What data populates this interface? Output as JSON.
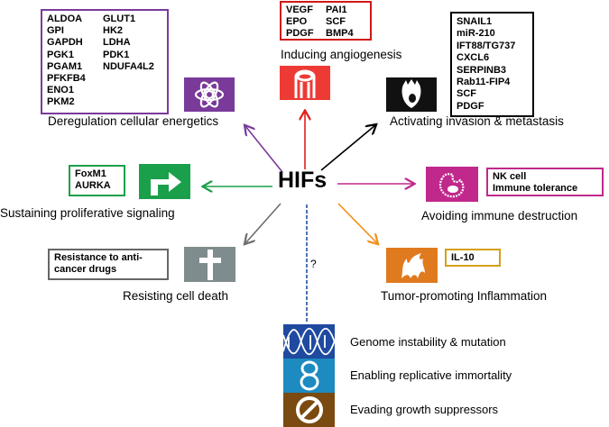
{
  "center": {
    "label": "HIFs",
    "question_mark": "?"
  },
  "colors": {
    "energetics": "#7a3a9a",
    "angiogenesis": "#e0201c",
    "invasion": "#000000",
    "proliferative": "#1aa04a",
    "immune": "#c0288c",
    "cell_death": "#7f8c8d",
    "inflammation": "#e07a1e",
    "inflammation_box": "#d4a017",
    "genome": "#1f4aa0",
    "immortality": "#1d8ac0",
    "suppressors": "#7a4a10",
    "dashed": "#2050a0"
  },
  "hallmarks": {
    "energetics": {
      "label": "Deregulation cellular energetics",
      "icon": "atom-icon",
      "genes_col1": [
        "ALDOA",
        "GPI",
        "GAPDH",
        "PGK1",
        "PGAM1",
        "PFKFB4",
        "ENO1",
        "PKM2"
      ],
      "genes_col2": [
        "GLUT1",
        "HK2",
        "LDHA",
        "PDK1",
        "NDUFA4L2"
      ]
    },
    "angiogenesis": {
      "label": "Inducing angiogenesis",
      "icon": "blood-vessel-icon",
      "genes_col1": [
        "VEGF",
        "EPO",
        "PDGF"
      ],
      "genes_col2": [
        "PAI1",
        "SCF",
        "BMP4"
      ]
    },
    "invasion": {
      "label": "Activating invasion & metastasis",
      "icon": "invading-cell-icon",
      "genes": [
        "SNAIL1",
        "miR-210",
        "IFT88/TG737",
        "CXCL6",
        "SERPINB3",
        "Rab11-FIP4",
        "SCF",
        "PDGF"
      ]
    },
    "proliferative": {
      "label": "Sustaining proliferative signaling",
      "icon": "turn-right-arrow-icon",
      "genes": [
        "FoxM1",
        "AURKA"
      ]
    },
    "immune": {
      "label": "Avoiding immune destruction",
      "icon": "immune-cell-icon",
      "genes": [
        "NK cell",
        "Immune tolerance"
      ]
    },
    "cell_death": {
      "label": "Resisting cell death",
      "icon": "cross-icon",
      "genes": [
        "Resistance to anti-",
        "cancer drugs"
      ]
    },
    "inflammation": {
      "label": "Tumor-promoting Inflammation",
      "icon": "flame-icon",
      "genes": [
        "IL-10"
      ]
    }
  },
  "unknown_hallmarks": [
    {
      "label": "Genome instability & mutation",
      "icon": "dna-icon"
    },
    {
      "label": "Enabling replicative immortality",
      "icon": "infinity-icon"
    },
    {
      "label": "Evading growth suppressors",
      "icon": "prohibited-icon"
    }
  ]
}
